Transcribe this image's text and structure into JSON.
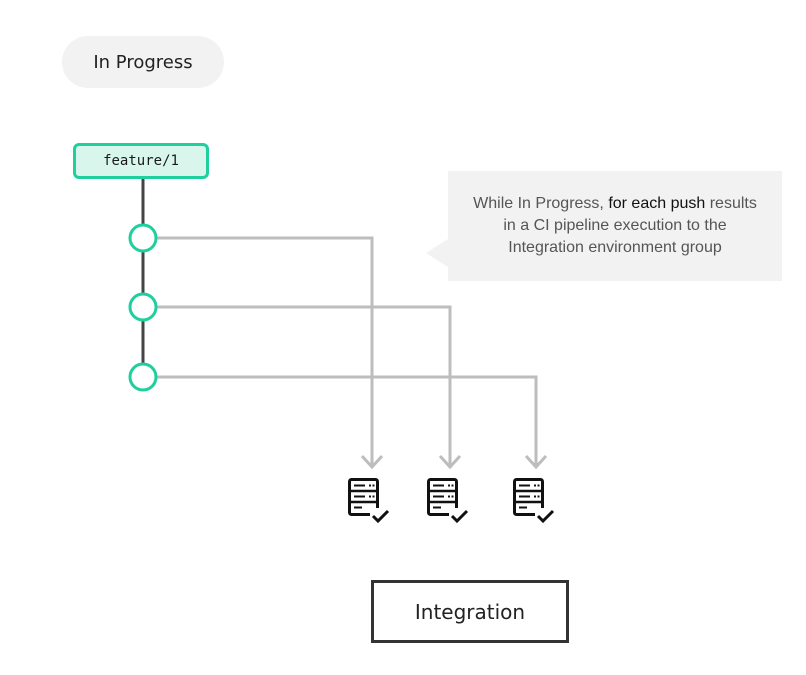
{
  "stage_label": "In Progress",
  "branch_name": "feature/1",
  "callout": {
    "text_part1": "While In Progress, ",
    "text_emphasis": "for each push",
    "text_part2": " results in a CI pipeline execution to the Integration environment group"
  },
  "environment_label": "Integration",
  "colors": {
    "accent": "#1fcf9e",
    "accent_fill": "#d8f6ec",
    "connector": "#bdbdbd",
    "branch_line": "#444444"
  },
  "icons": [
    "server-check-icon",
    "server-check-icon",
    "server-check-icon"
  ]
}
